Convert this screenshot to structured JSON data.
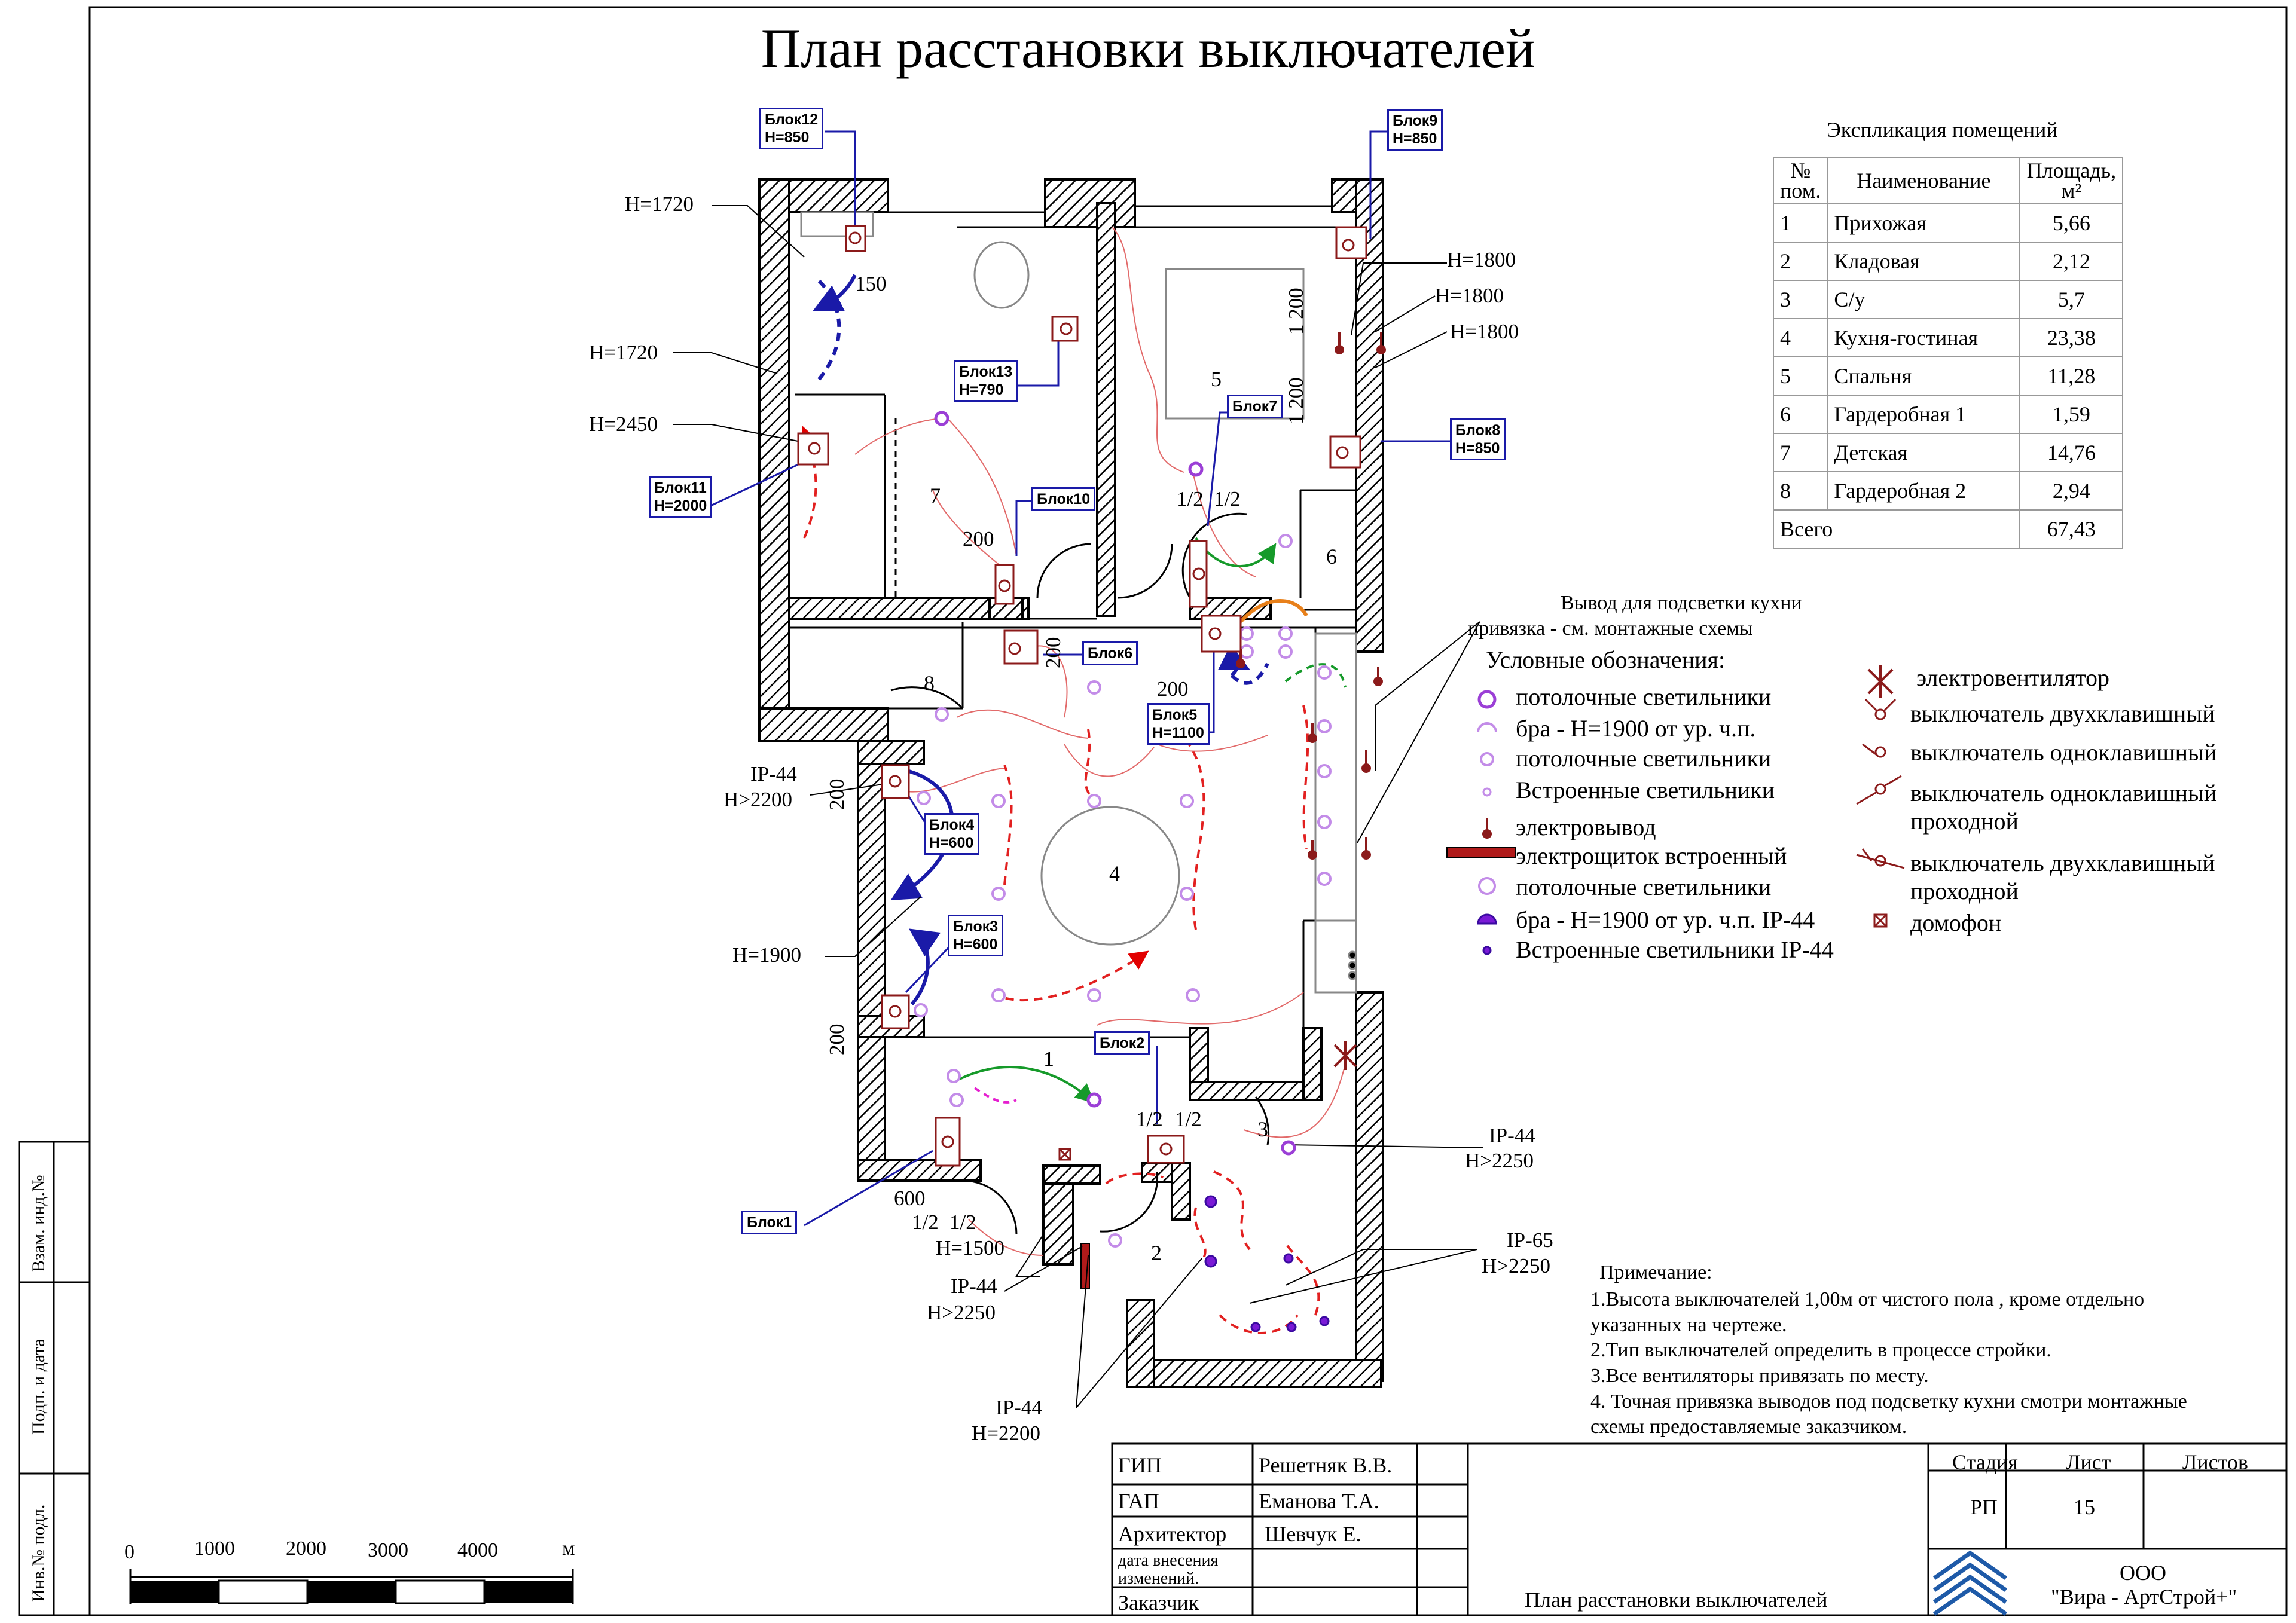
{
  "title": "План расстановки выключателей",
  "explication": {
    "caption": "Экспликация помещений",
    "headers": {
      "num_line1": "№",
      "num_line2": "пом.",
      "name": "Наименование",
      "area_line1": "Площадь,",
      "area_line2": "м²"
    },
    "rows": [
      {
        "n": "1",
        "name": "Прихожая",
        "area": "5,66"
      },
      {
        "n": "2",
        "name": "Кладовая",
        "area": "2,12"
      },
      {
        "n": "3",
        "name": "С/у",
        "area": "5,7"
      },
      {
        "n": "4",
        "name": "Кухня-гостиная",
        "area": "23,38"
      },
      {
        "n": "5",
        "name": "Спальня",
        "area": "11,28"
      },
      {
        "n": "6",
        "name": "Гардеробная 1",
        "area": "1,59"
      },
      {
        "n": "7",
        "name": "Детская",
        "area": "14,76"
      },
      {
        "n": "8",
        "name": "Гардеробная 2",
        "area": "2,94"
      }
    ],
    "total_label": "Всего",
    "total_area": "67,43"
  },
  "kitchen_note": {
    "line1": "Вывод для подсветки кухни",
    "line2": "привязка - см. монтажные схемы"
  },
  "legend": {
    "caption": "Условные обозначения:",
    "left": [
      "потолочные светильники",
      "бра - Н=1900 от ур. ч.п.",
      "потолочные светильники",
      "Встроенные светильники",
      "электровывод",
      "электрощиток встроенный",
      "потолочные светильники",
      "бра - Н=1900 от ур. ч.п. IP-44",
      "Встроенные светильники IP-44"
    ],
    "right": [
      "электровентилятор",
      "выключатель двухклавишный",
      "выключатель  одноклавишный",
      "выключатель  одноклавишный",
      "проходной",
      "выключатель  двухклавишный",
      "проходной",
      "домофон"
    ]
  },
  "notes": {
    "caption": "Примечание:",
    "lines": [
      "1.Высота выключателей 1,00м от   чистого пола , кроме отдельно",
      "указанных на чертеже.",
      "2.Тип выключателей определить в процессе стройки.",
      "3.Все вентиляторы привязать по месту.",
      "4. Точная привязка выводов под подсветку кухни смотри монтажные",
      "схемы предоставляемые заказчиком."
    ]
  },
  "blocks": [
    {
      "name": "Блок12",
      "h": "Н=850"
    },
    {
      "name": "Блок9",
      "h": "Н=850"
    },
    {
      "name": "Блок13",
      "h": "Н=790"
    },
    {
      "name": "Блок7",
      "h": ""
    },
    {
      "name": "Блок8",
      "h": "Н=850"
    },
    {
      "name": "Блок11",
      "h": "Н=2000"
    },
    {
      "name": "Блок10",
      "h": ""
    },
    {
      "name": "Блок6",
      "h": ""
    },
    {
      "name": "Блок5",
      "h": "Н=1100"
    },
    {
      "name": "Блок4",
      "h": "Н=600"
    },
    {
      "name": "Блок3",
      "h": "Н=600"
    },
    {
      "name": "Блок2",
      "h": ""
    },
    {
      "name": "Блок1",
      "h": ""
    }
  ],
  "plan_labels": {
    "h1720a": "Н=1720",
    "h1720b": "Н=1720",
    "h2450": "Н=2450",
    "h1800a": "Н=1800",
    "h1800b": "Н=1800",
    "h1800c": "Н=1800",
    "h1900": "Н=1900",
    "h1500": "Н=1500",
    "ip44a": "IP-44",
    "ip44a_h": "Н>2200",
    "ip44b": "IP-44",
    "ip44b_h": "Н>2250",
    "ip44c": "IP-44",
    "ip44c_h": "Н>2250",
    "ip65": "IP-65",
    "ip65_h": "Н>2250",
    "ip44d": "IP-44",
    "ip44d_h": "Н=2200",
    "d150": "150",
    "d200a": "200",
    "d200b": "200",
    "d200c": "200",
    "d200d": "200",
    "d200e": "200",
    "d1200a": "1 200",
    "d1200b": "1 200",
    "d600": "600",
    "half1": "1/2",
    "half2": "1/2",
    "half3": "1/2",
    "half4": "1/2",
    "half5": "1/2",
    "half6": "1/2",
    "r1": "1",
    "r2": "2",
    "r3": "3",
    "r4": "4",
    "r5": "5",
    "r6": "6",
    "r7": "7",
    "r8": "8"
  },
  "scale_bar": {
    "ticks": [
      "0",
      "1000",
      "2000",
      "3000",
      "4000"
    ],
    "unit": "м"
  },
  "side_stamp": [
    "Взам. инд.№",
    "Подп. и дата",
    "Инв.№ подл."
  ],
  "title_block": {
    "roles": [
      "ГИП",
      "ГАП",
      "Архитектор",
      "дата  внесения",
      "изменений.",
      "Заказчик"
    ],
    "names": [
      "Решетняк В.В.",
      "Еманова Т.А.",
      "Шевчук Е."
    ],
    "stage_label": "Стадия",
    "sheet_label": "Лист",
    "sheets_label": "Листов",
    "stage": "РП",
    "sheet": "15",
    "drawing_name": "План расстановки выключателей",
    "company_line1": "ООО",
    "company_line2": "\"Вира - АртСтрой+\""
  },
  "colors": {
    "wall": "#000000",
    "switch": "#8b1a1a",
    "blue": "#1a1aa8",
    "lamp": "#9b3fd6",
    "wire": "#e24a4a",
    "green": "#169a2a",
    "orange": "#e8801a",
    "magenta": "#e51fcf"
  }
}
